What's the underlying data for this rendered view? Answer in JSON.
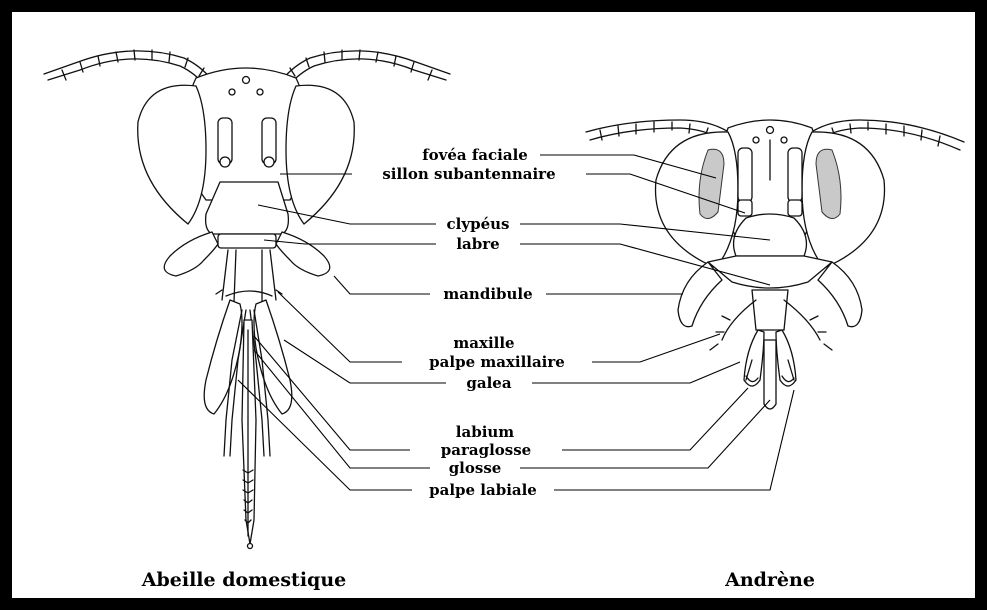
{
  "labels": {
    "fovea_faciale": "fovéa faciale",
    "sillon_subantennaire": "sillon subantennaire",
    "clypeus": "clypéus",
    "labre": "labre",
    "mandibule": "mandibule",
    "maxille": "maxille",
    "palpe_maxillaire": "palpe maxillaire",
    "galea": "galea",
    "labium": "labium",
    "paraglosse": "paraglosse",
    "glosse": "glosse",
    "palpe_labiale": "palpe labiale"
  },
  "captions": {
    "left": "Abeille domestique",
    "right": "Andrène"
  },
  "colors": {
    "frame": "#000000",
    "ink": "#111111",
    "background": "#ffffff"
  }
}
